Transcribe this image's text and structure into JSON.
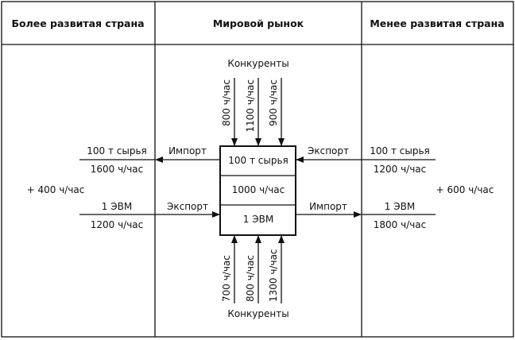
{
  "headers": {
    "left": "Более развитая страна",
    "center": "Мировой рынок",
    "right": "Менее развитая страна"
  },
  "competitors_top": {
    "label": "Конкуренты",
    "values": [
      "800 ч/час",
      "1100 ч/час",
      "900 ч/час"
    ]
  },
  "competitors_bottom": {
    "label": "Конкуренты",
    "values": [
      "700 ч/час",
      "800 ч/час",
      "1300 ч/час"
    ]
  },
  "market_box": {
    "row1": "100 т сырья",
    "row2": "1000 ч/час",
    "row3": "1 ЭВМ"
  },
  "left": {
    "raw_label": "100 т сырья",
    "raw_cost": "1600 ч/час",
    "raw_flow": "Импорт",
    "gain": "+ 400 ч/час",
    "evm_label": "1 ЭВМ",
    "evm_cost": "1200 ч/час",
    "evm_flow": "Экспорт"
  },
  "right": {
    "raw_label": "100 т сырья",
    "raw_cost": "1200 ч/час",
    "raw_flow": "Экспорт",
    "gain": "+ 600 ч/час",
    "evm_label": "1 ЭВМ",
    "evm_cost": "1800 ч/час",
    "evm_flow": "Импорт"
  }
}
